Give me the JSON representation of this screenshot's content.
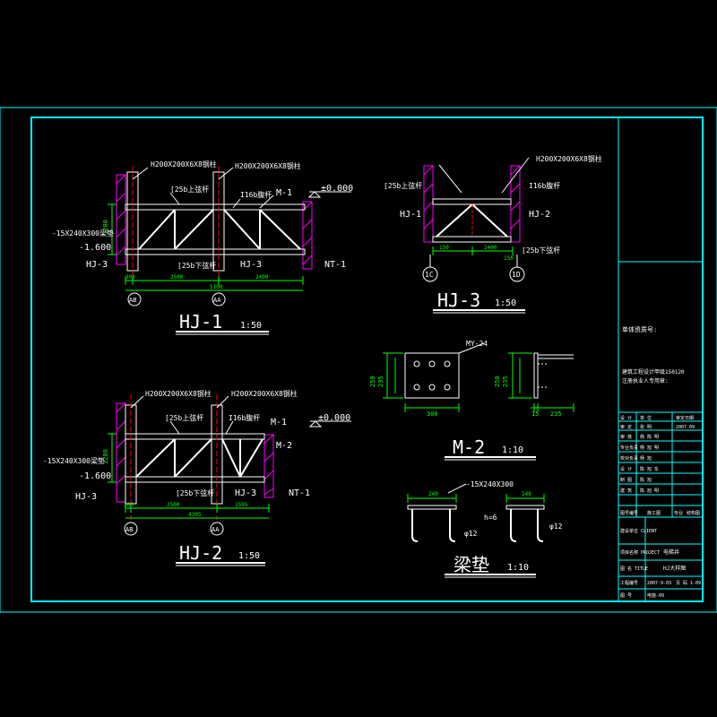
{
  "colors": {
    "background": "#000000",
    "border": "#00ffff",
    "member": "#ffffff",
    "dimension": "#00ff00",
    "centerline": "#ff0000",
    "hatch": "#ff00ff",
    "text": "#ffffff"
  },
  "hj1": {
    "title": "HJ-1",
    "scale": "1:50",
    "col_left_label": "H200X200X6X8钢柱",
    "col_right_label": "H200X200X6X8钢柱",
    "top_chord": "[25b上弦杆",
    "web": "I16b腹杆",
    "m1": "M-1",
    "elev_top": "±0.000",
    "pad": "-15X240X300梁垫",
    "elev_bottom": "-1.600",
    "h": "1200",
    "hj3": "HJ-3",
    "bottom_chord": "[25b下弦杆",
    "hj3b": "HJ-3",
    "nt1": "NT-1",
    "d1": "300",
    "d2": "2500",
    "d3": "2400",
    "dtotal": "5100",
    "axis_left": "AB",
    "axis_right": "AA"
  },
  "hj2": {
    "title": "HJ-2",
    "scale": "1:50",
    "col_left_label": "H200X200X6X8钢柱",
    "col_right_label": "H200X200X6X8钢柱",
    "top_chord": "[25b上弦杆",
    "web": "I16b腹杆",
    "m1": "M-1",
    "m2": "M-2",
    "elev_top": "±0.000",
    "pad": "-15X240X300梁垫",
    "elev_bottom": "-1.600",
    "h": "1200",
    "hj3": "HJ-3",
    "bottom_chord": "[25b下弦杆",
    "hj3b": "HJ-3",
    "nt1": "NT-1",
    "d1": "300",
    "d2": "2500",
    "d3": "1595",
    "dtotal": "4395",
    "axis_left": "AB",
    "axis_right": "AA"
  },
  "hj3": {
    "title": "HJ-3",
    "scale": "1:50",
    "col_label": "H200X200X6X8钢柱",
    "top_chord": "[25b上弦杆",
    "web": "I16b腹杆",
    "hj1": "HJ-1",
    "hj2": "HJ-2",
    "bottom_chord": "[25b下弦杆",
    "d1": "150",
    "d2": "2400",
    "d3": "150",
    "axis_left": "1C",
    "axis_right": "1D"
  },
  "m2": {
    "title": "M-2",
    "scale": "1:10",
    "anchor_label": "MY-24",
    "d250": "250",
    "d235": "235",
    "d300": "300",
    "d15": "15",
    "d235b": "235"
  },
  "pad": {
    "title": "梁垫",
    "scale": "1:10",
    "plate_label": "-15X240X300",
    "d_left": "240",
    "d_right": "240",
    "weld": "h=6",
    "bar_left": "φ12",
    "bar_right": "φ12"
  },
  "titleblock": {
    "cad_label": "单体资质号:",
    "project_line1": "建筑工程设计甲级150120",
    "project_line2": "注册执业人专用章:",
    "rows": [
      [
        "设 计",
        "单 位",
        "审定日期"
      ],
      [
        "审 定",
        "张 明",
        "2007.09"
      ],
      [
        "审 核",
        "杨 陈 明",
        ""
      ],
      [
        "专业负责",
        "杨 旭 明",
        ""
      ],
      [
        "校对负责",
        "杨 旭",
        ""
      ],
      [
        "设 计",
        "陈 旭 东",
        ""
      ],
      [
        "制 图",
        "陈 旭",
        ""
      ],
      [
        "建 筑",
        "陈 旭 明",
        ""
      ]
    ],
    "sign_row": [
      "图号编号",
      "施工图",
      "专业",
      "结构图"
    ],
    "client_label": "建设单位 CLIENT",
    "project_label": "项目名称 PROJECT",
    "project_value": "电梯井",
    "drawing_label": "图 名 TITLE",
    "drawing_value": "HJ大样图",
    "date_label": "工程编号",
    "date_value": "2007-9-03",
    "sheet_label": "页 码",
    "sheet_value": "1-09",
    "no_label": "图 号",
    "no_value": "电施-09"
  }
}
